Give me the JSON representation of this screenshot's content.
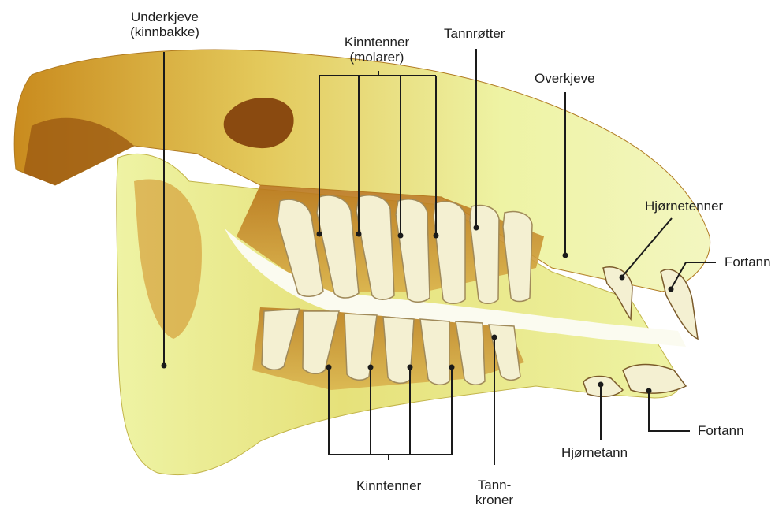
{
  "labels": {
    "underkjeve_line1": "Underkjeve",
    "underkjeve_line2": "(kinnbakke)",
    "kinntenner_upper_line1": "Kinntenner",
    "kinntenner_upper_line2": "(molarer)",
    "tannrotter": "Tannrøtter",
    "overkjeve": "Overkjeve",
    "hjornetenner": "Hjørnetenner",
    "fortann_upper": "Fortann",
    "fortann_lower": "Fortann",
    "hjornetann": "Hjørnetann",
    "kinntenner_lower": "Kinntenner",
    "tannkroner_line1": "Tann-",
    "tannkroner_line2": "kroner"
  },
  "colors": {
    "bone_light": "#eef3a4",
    "bone_mid": "#e3d76a",
    "bone_dark": "#c98b1e",
    "bone_shadow": "#9c5a12",
    "tooth": "#f4f0d2",
    "tooth_edge": "#a08a5a",
    "leader": "#1a1a1a"
  }
}
